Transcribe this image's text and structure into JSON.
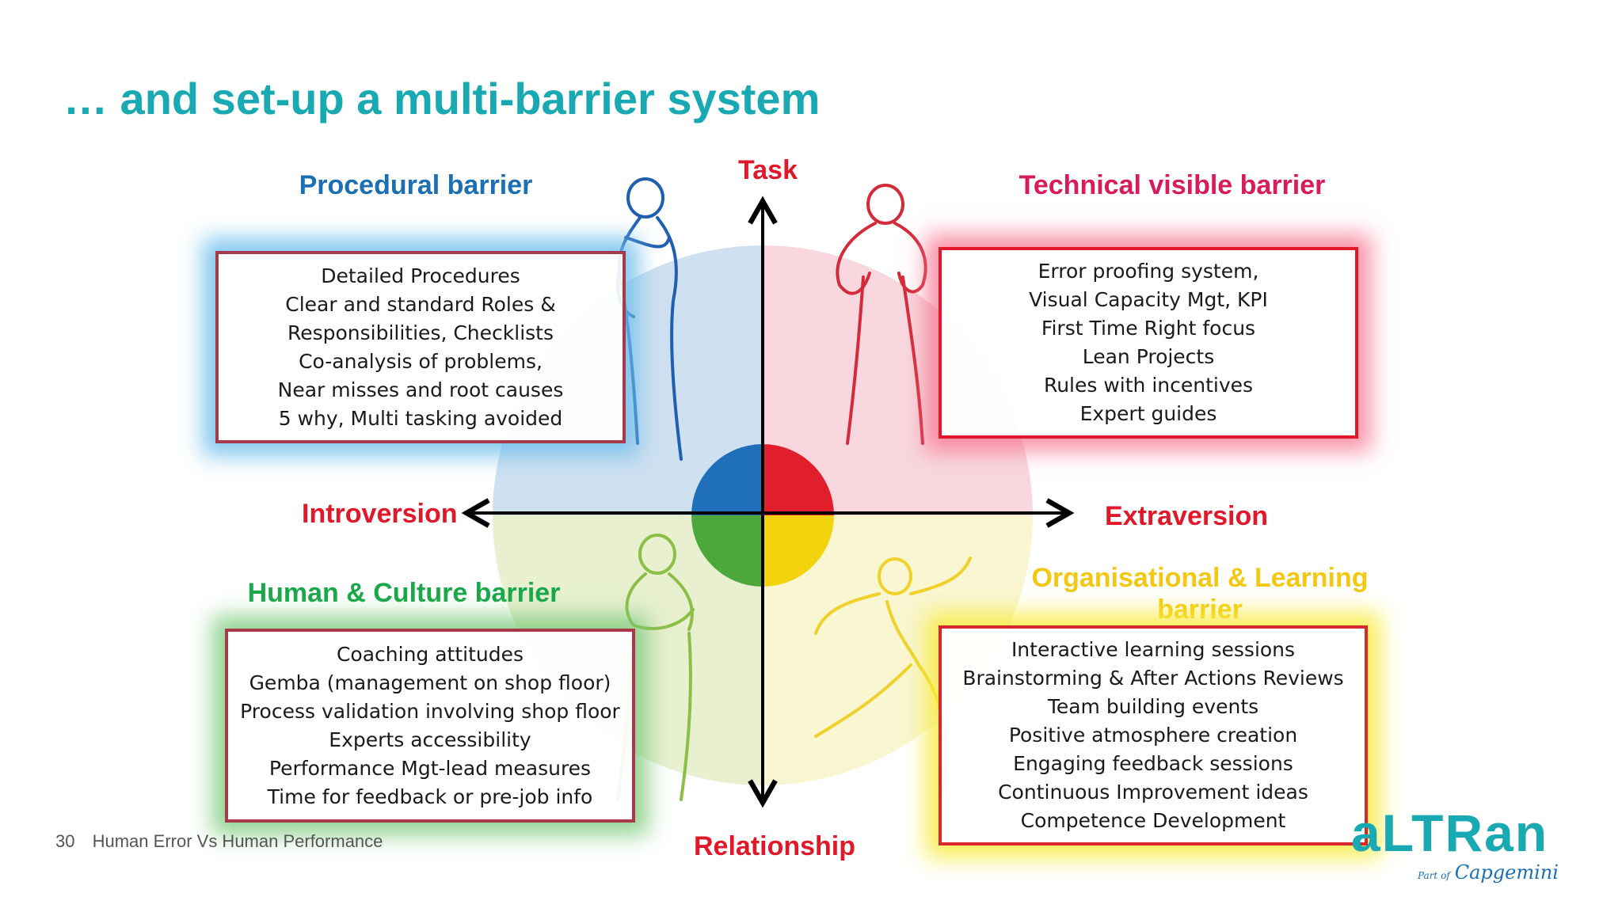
{
  "title": "… and set-up a multi-barrier system",
  "axes": {
    "top": "Task",
    "bottom": "Relationship",
    "left": "Introversion",
    "right": "Extraversion"
  },
  "quadrants": [
    {
      "title": "Procedural barrier",
      "color": "#1a6fb5",
      "items": [
        "Detailed Procedures",
        "Clear and standard Roles &",
        "Responsibilities, Checklists",
        "Co-analysis of problems,",
        "Near misses and root causes",
        "5 why, Multi tasking avoided"
      ]
    },
    {
      "title": "Technical visible barrier",
      "color": "#d81b5a",
      "items": [
        "Error proofing system,",
        "Visual Capacity Mgt, KPI",
        "First Time Right focus",
        "Lean Projects",
        "Rules with incentives",
        "Expert guides"
      ]
    },
    {
      "title": "Human & Culture barrier",
      "color": "#1aa84a",
      "items": [
        "Coaching attitudes",
        "Gemba (management on shop floor)",
        "Process validation involving shop floor",
        "Experts accessibility",
        "Performance Mgt-lead measures",
        "Time  for feedback or pre-job info"
      ]
    },
    {
      "title": "Organisational & Learning barrier",
      "color": "#f2c813",
      "items": [
        "Interactive learning sessions",
        "Brainstorming  & After Actions Reviews",
        "Team building events",
        "Positive atmosphere creation",
        "Engaging feedback sessions",
        "Continuous Improvement ideas",
        "Competence Development"
      ]
    }
  ],
  "footer": {
    "page_number": "30",
    "text": "Human Error Vs Human Performance"
  },
  "logo": {
    "word": "aLTRan",
    "sub_prefix": "Part of",
    "sub_brand": "Capgemini"
  }
}
